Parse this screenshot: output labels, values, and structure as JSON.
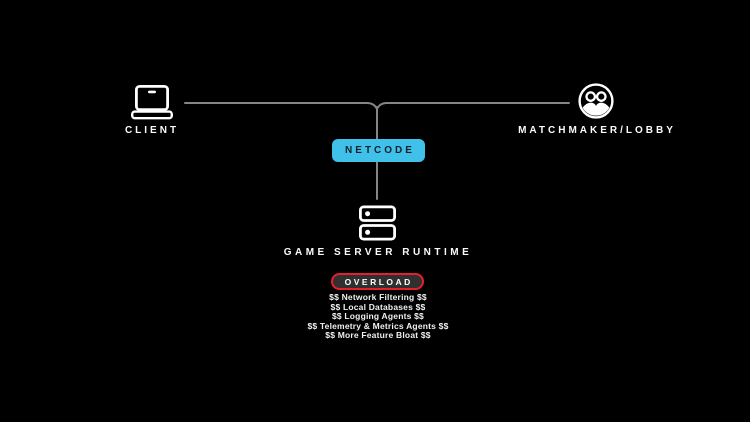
{
  "colors": {
    "background": "#000000",
    "connector_line": "#858585",
    "icon_and_text": "#FFFFFF",
    "netcode_bg": "#40C1E9",
    "netcode_text": "#13212C",
    "overload_bg": "#303030",
    "overload_border": "#E5202A"
  },
  "nodes": {
    "client": {
      "label": "CLIENT",
      "icon": "laptop-icon"
    },
    "matchmaker": {
      "label": "MATCHMAKER/LOBBY",
      "icon": "users-circle-icon"
    },
    "netcode": {
      "label": "NETCODE"
    },
    "game_server": {
      "label": "GAME SERVER RUNTIME",
      "icon": "server-stack-icon"
    }
  },
  "overload": {
    "label": "OVERLOAD",
    "items": [
      "$$ Network Filtering $$",
      "$$ Local Databases $$",
      "$$ Logging Agents $$",
      "$$ Telemetry & Metrics Agents $$",
      "$$ More Feature Bloat $$"
    ]
  }
}
